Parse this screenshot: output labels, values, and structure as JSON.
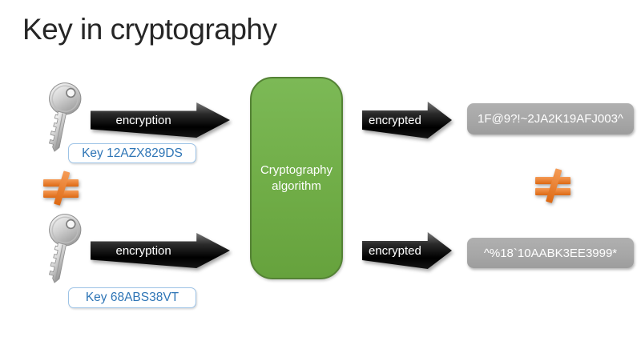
{
  "title": "Key in cryptography",
  "algorithm": {
    "label": "Cryptography algorithm"
  },
  "rows": [
    {
      "key_label": "Key 12AZX829DS",
      "encryption_label": "encryption",
      "encrypted_label": "encrypted",
      "ciphertext": "1F@9?!~2JA2K19AFJ003^"
    },
    {
      "key_label": "Key 68ABS38VT",
      "encryption_label": "encryption",
      "encrypted_label": "encrypted",
      "ciphertext": "^%18`10AABK3EE3999*"
    }
  ],
  "icons": {
    "key": "key-icon (metallic key clipart)",
    "not_equal": "not-equal-icon (orange ≠ symbol)",
    "arrow": "right-arrow (black block arrow)"
  },
  "colors": {
    "title_text": "#262626",
    "algorithm_fill": "#70AD47",
    "algorithm_border": "#548235",
    "algorithm_text": "#FFFFFF",
    "cipher_fill": "#A6A6A6",
    "cipher_text": "#FFFFFF",
    "key_label_text": "#2E75B6",
    "key_label_border": "#9DC3E6",
    "arrow_fill": "#000000",
    "arrow_text": "#FFFFFF",
    "not_equal_orange": "#ED7D31"
  }
}
